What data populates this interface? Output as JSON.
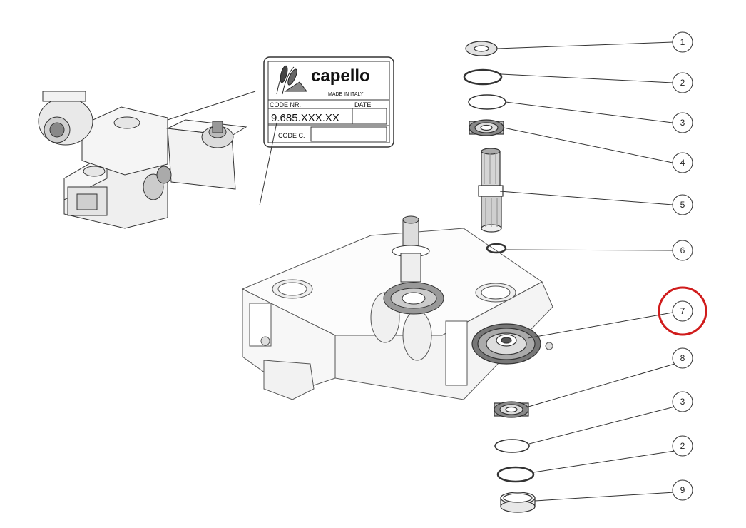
{
  "nameplate": {
    "brand": "capello",
    "origin": "MADE IN ITALY",
    "code_label": "CODE NR.",
    "date_label": "DATE",
    "code_value": "9.685.XXX.XX",
    "code_c_label": "CODE C."
  },
  "callouts": [
    {
      "label": "1",
      "part": "shim-washer"
    },
    {
      "label": "2",
      "part": "circlip"
    },
    {
      "label": "3",
      "part": "o-ring"
    },
    {
      "label": "4",
      "part": "ball-bearing"
    },
    {
      "label": "5",
      "part": "splined-shaft"
    },
    {
      "label": "6",
      "part": "snap-ring"
    },
    {
      "label": "7",
      "part": "bevel-gear"
    },
    {
      "label": "8",
      "part": "ball-bearing"
    },
    {
      "label": "3",
      "part": "o-ring"
    },
    {
      "label": "2",
      "part": "circlip"
    },
    {
      "label": "9",
      "part": "bushing-ring"
    }
  ],
  "highlight": {
    "callout_index": 6,
    "color": "#d01c1c"
  },
  "colors": {
    "line": "#333333",
    "fill": "#ffffff",
    "shade": "#d8d8d8",
    "dark": "#555555"
  }
}
